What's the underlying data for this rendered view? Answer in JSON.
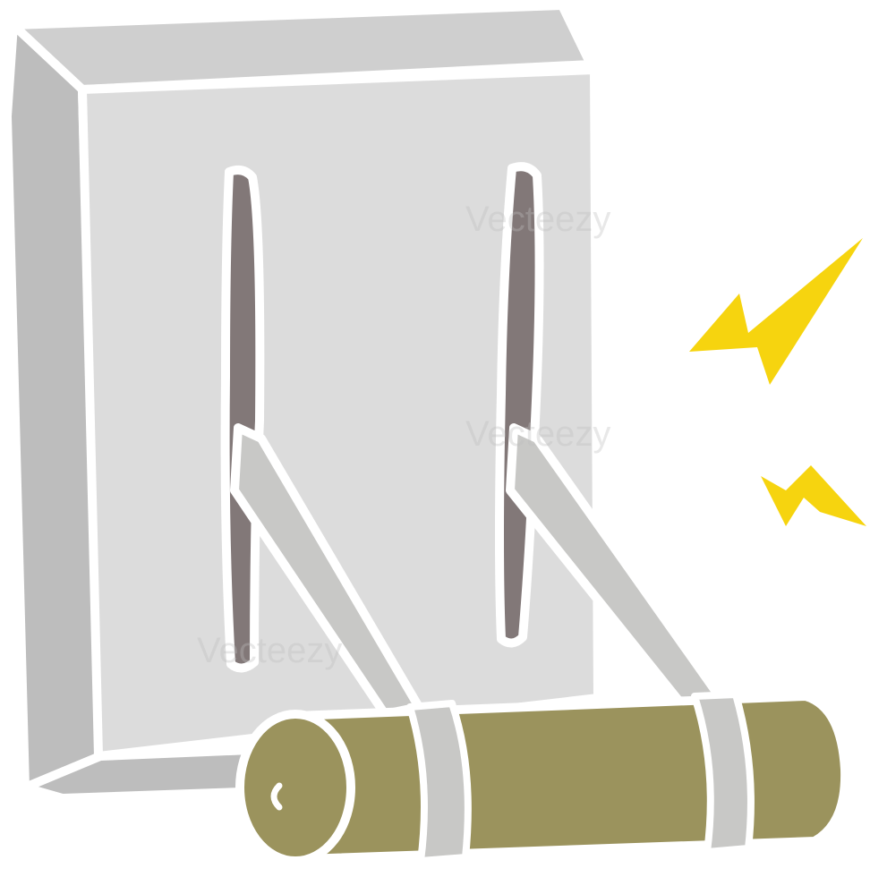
{
  "image": {
    "subject": "cartoon knife switch with electric sparks",
    "style": "flat color illustration with white outlines",
    "watermark_text": "Vecteezy"
  },
  "colors": {
    "background": "#ffffff",
    "panel_face": "#dcdcdc",
    "panel_side": "#bdbdbd",
    "panel_top": "#cfcfcf",
    "outline": "#ffffff",
    "slot": "#827878",
    "blade": "#c8c8c6",
    "handle": "#9b935d",
    "spark": "#f6d40f",
    "watermark": "#bfbfbf"
  }
}
